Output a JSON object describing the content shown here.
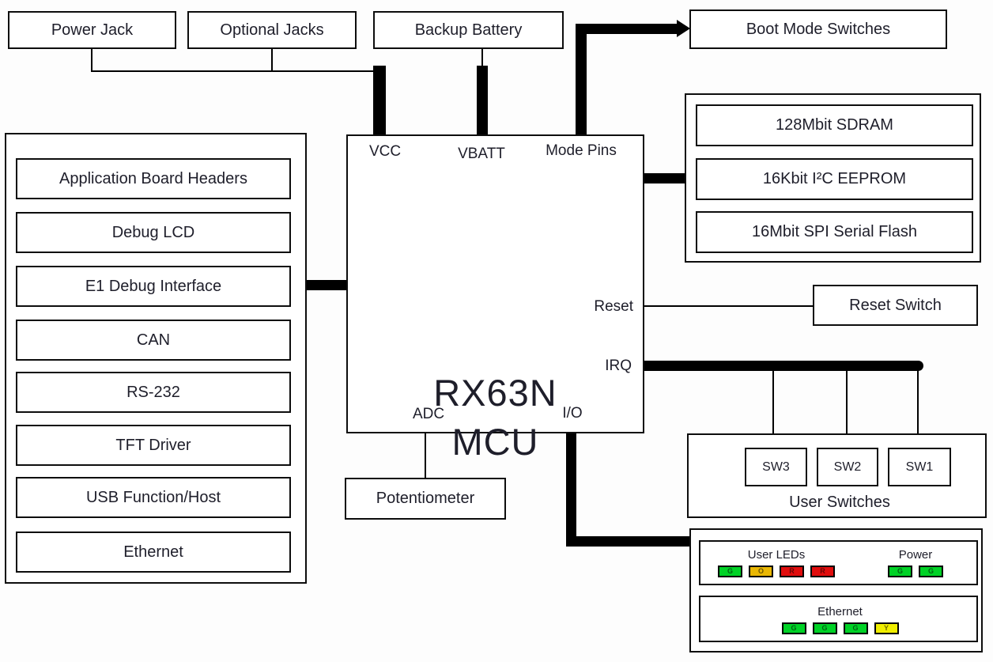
{
  "top_row": {
    "power_jack": "Power Jack",
    "optional_jacks": "Optional Jacks",
    "backup_battery": "Backup Battery",
    "boot_mode_switches": "Boot Mode Switches"
  },
  "left_panel": {
    "items": [
      "Application Board Headers",
      "Debug LCD",
      "E1 Debug Interface",
      "CAN",
      "RS-232",
      "TFT Driver",
      "USB Function/Host",
      "Ethernet"
    ]
  },
  "mcu": {
    "name_line1": "RX63N",
    "name_line2": "MCU",
    "pins": {
      "vcc": "VCC",
      "vbatt": "VBATT",
      "mode_pins": "Mode Pins",
      "reset": "Reset",
      "irq": "IRQ",
      "adc": "ADC",
      "io": "I/O"
    }
  },
  "memory_panel": {
    "items": [
      "128Mbit SDRAM",
      "16Kbit I²C EEPROM",
      "16Mbit SPI Serial Flash"
    ]
  },
  "reset_switch": "Reset Switch",
  "potentiometer": "Potentiometer",
  "user_switches": {
    "label": "User Switches",
    "switches": [
      "SW3",
      "SW2",
      "SW1"
    ]
  },
  "led_panel": {
    "user_leds": {
      "label": "User LEDs",
      "leds": [
        {
          "letter": "G",
          "color": "#00d226"
        },
        {
          "letter": "O",
          "color": "#eab804"
        },
        {
          "letter": "R",
          "color": "#e00d0d"
        },
        {
          "letter": "R",
          "color": "#e00d0d"
        }
      ]
    },
    "power": {
      "label": "Power",
      "leds": [
        {
          "letter": "G",
          "color": "#00d226"
        },
        {
          "letter": "G",
          "color": "#00d226"
        }
      ]
    },
    "ethernet": {
      "label": "Ethernet",
      "leds": [
        {
          "letter": "G",
          "color": "#00d226"
        },
        {
          "letter": "G",
          "color": "#00d226"
        },
        {
          "letter": "G",
          "color": "#00d226"
        },
        {
          "letter": "Y",
          "color": "#f0ee00"
        }
      ]
    }
  },
  "colors": {
    "wire": "#000000",
    "box_border": "#0d0d0d",
    "led_green": "#00d226",
    "led_amber": "#eab804",
    "led_red": "#e00d0d",
    "led_yellow": "#f0ee00"
  }
}
